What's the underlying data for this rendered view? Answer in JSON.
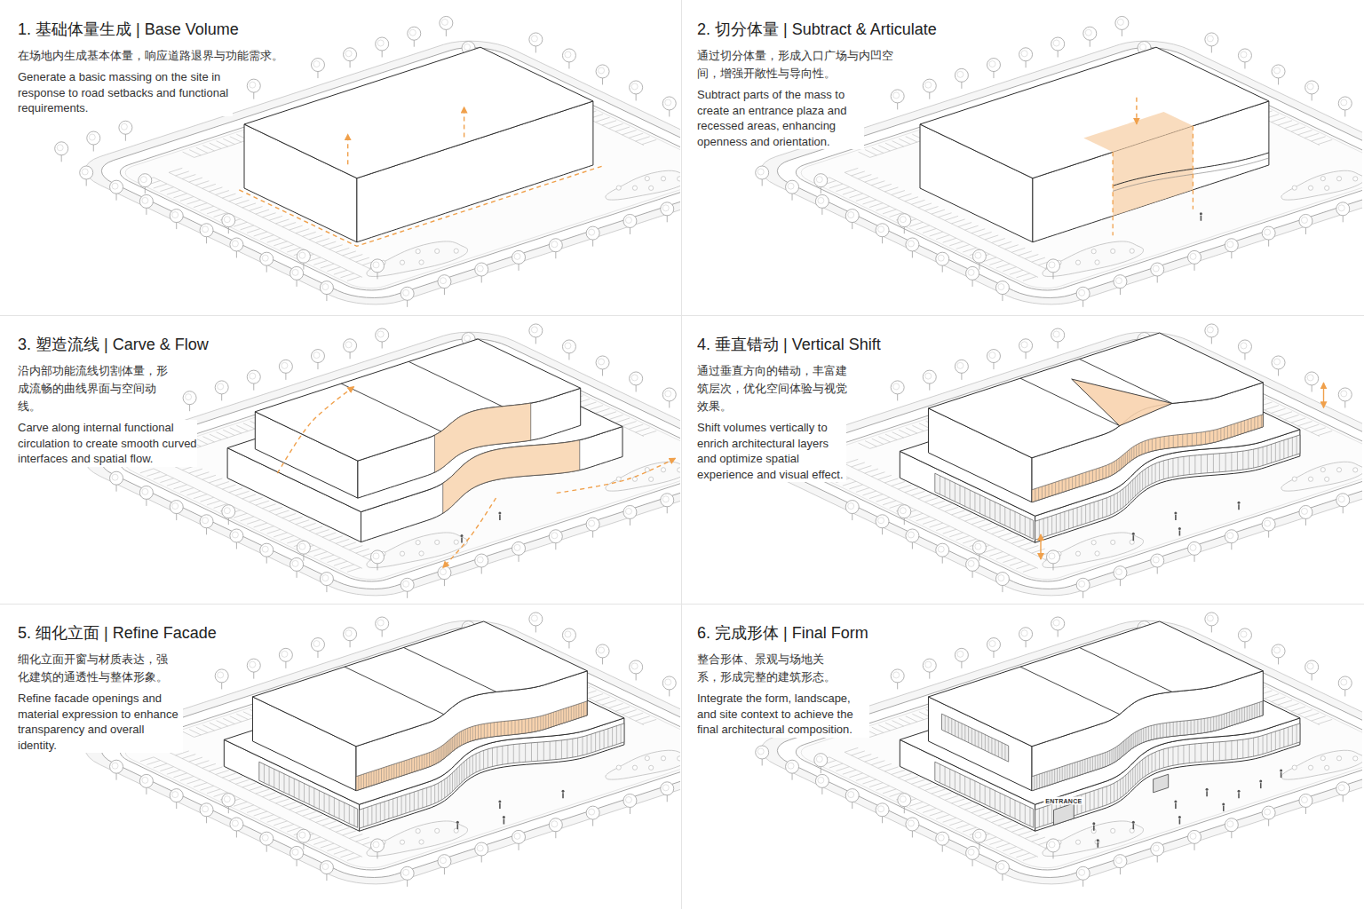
{
  "diagram": {
    "nodes": [
      {
        "text": [
          "1. 基础体量生成 | Base Volume",
          "在场地内生成基本体量，响应道路退界与功能需求。",
          "Generate a basic massing on the site in response to road setbacks and functional requirements."
        ]
      },
      {
        "text": [
          "2. 切分体量 | Subtract & Articulate",
          "通过切分体量，形成入口广场与内凹空间，增强开敞性与导向性。",
          "Subtract parts of the mass to create an entrance plaza and recessed areas, enhancing openness and orientation."
        ]
      },
      {
        "text": [
          "3. 塑造流线 | Carve & Flow",
          "沿内部功能流线切割体量，形成流畅的曲线界面与空间动线。",
          "Carve along internal functional circulation to create smooth curved interfaces and spatial flow."
        ]
      },
      {
        "text": [
          "4. 垂直错动 | Vertical Shift",
          "通过垂直方向的错动，丰富建筑层次，优化空间体验与视觉效果。",
          "Shift volumes vertically to enrich architectural layers and optimize spatial experience and visual effect."
        ]
      },
      {
        "text": [
          "5. 细化立面 | Refine Facade",
          "细化立面开窗与材质表达，强化建筑的通透性与整体形象。",
          "Refine facade openings and material expression to enhance transparency and overall identity."
        ]
      },
      {
        "text": [
          "6. 完成形体 | Final Form",
          "整合形体、景观与场地关系，形成完整的建筑形态。",
          "Integrate the form, landscape, and site context to achieve the final architectural composition."
        ]
      }
    ],
    "labels": [
      "ENTRANCE"
    ]
  }
}
